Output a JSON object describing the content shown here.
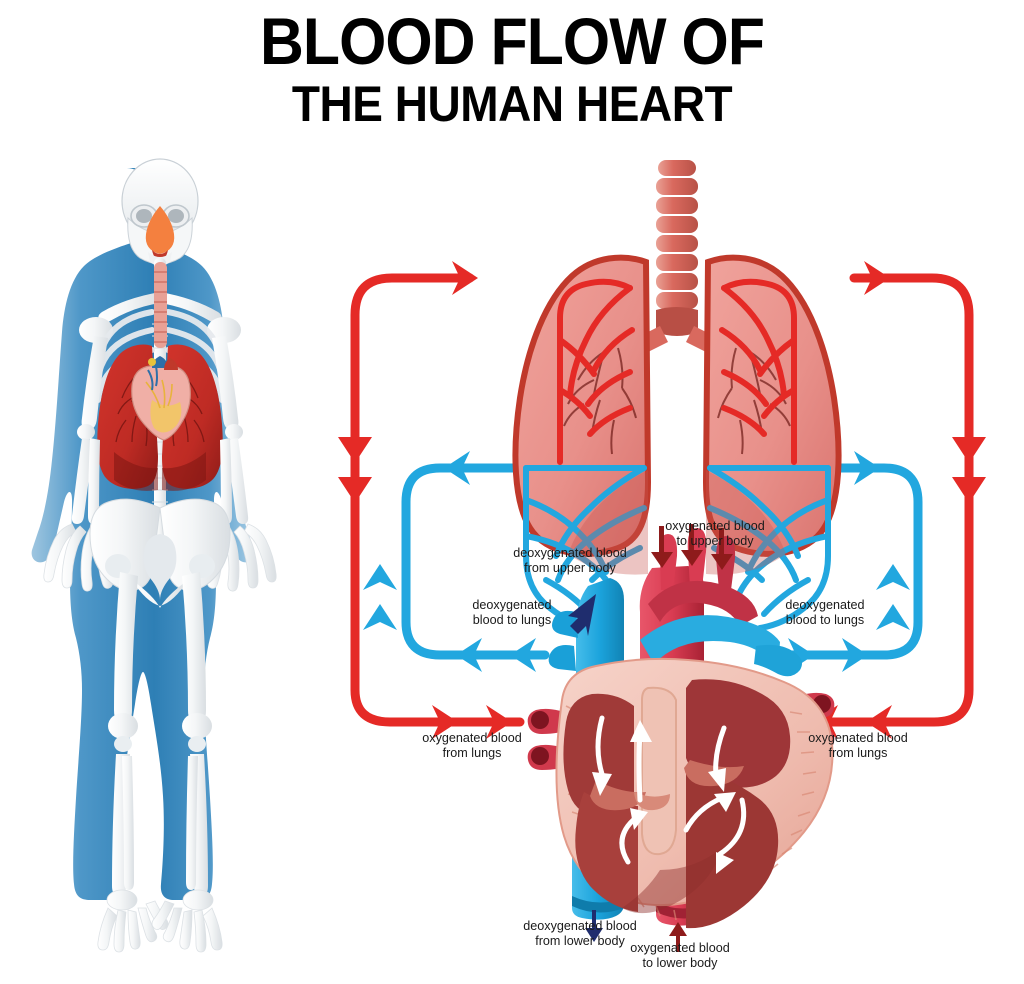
{
  "title": {
    "line1": "BLOOD FLOW OF",
    "line2": "THE HUMAN HEART"
  },
  "labels": {
    "deoxy_from_upper_body": "deoxygenated blood\nfrom upper body",
    "oxy_to_upper_body": "oxygenated blood\nto upper body",
    "deoxy_to_lungs_left": "deoxygenated\nblood to lungs",
    "deoxy_to_lungs_right": "deoxygenated\nblood to lungs",
    "oxy_from_lungs_left": "oxygenated blood\nfrom lungs",
    "oxy_from_lungs_right": "oxygenated blood\nfrom lungs",
    "deoxy_from_lower_body": "deoxygenated blood\nfrom lower body",
    "oxy_to_lower_body": "oxygenated blood\nto lower body"
  },
  "colors": {
    "oxygenated_red": "#E52A26",
    "deoxygenated_blue": "#22A7DF",
    "arrow_navy": "#1F2D6E",
    "arrow_darkred": "#8E1B1B",
    "body_blue": "#3E8CC0",
    "bone_white": "#F2F4F5",
    "lung_pink": "#E98A86",
    "lung_dark_red": "#C0392B",
    "heart_muscle": "#E8A89B",
    "heart_chamber": "#A03A38",
    "trachea": "#D9695E",
    "nasal_orange": "#F4803F",
    "background": "#FFFFFF"
  },
  "icons": {
    "arrow_down": "arrow-down-icon",
    "arrow_up": "arrow-up-icon",
    "chevron_flow": "chevron-flow-icon"
  },
  "diagram": {
    "figure_caption": "human body with skeleton, lungs and heart",
    "organs": [
      "lungs",
      "heart",
      "trachea",
      "skeleton"
    ]
  }
}
